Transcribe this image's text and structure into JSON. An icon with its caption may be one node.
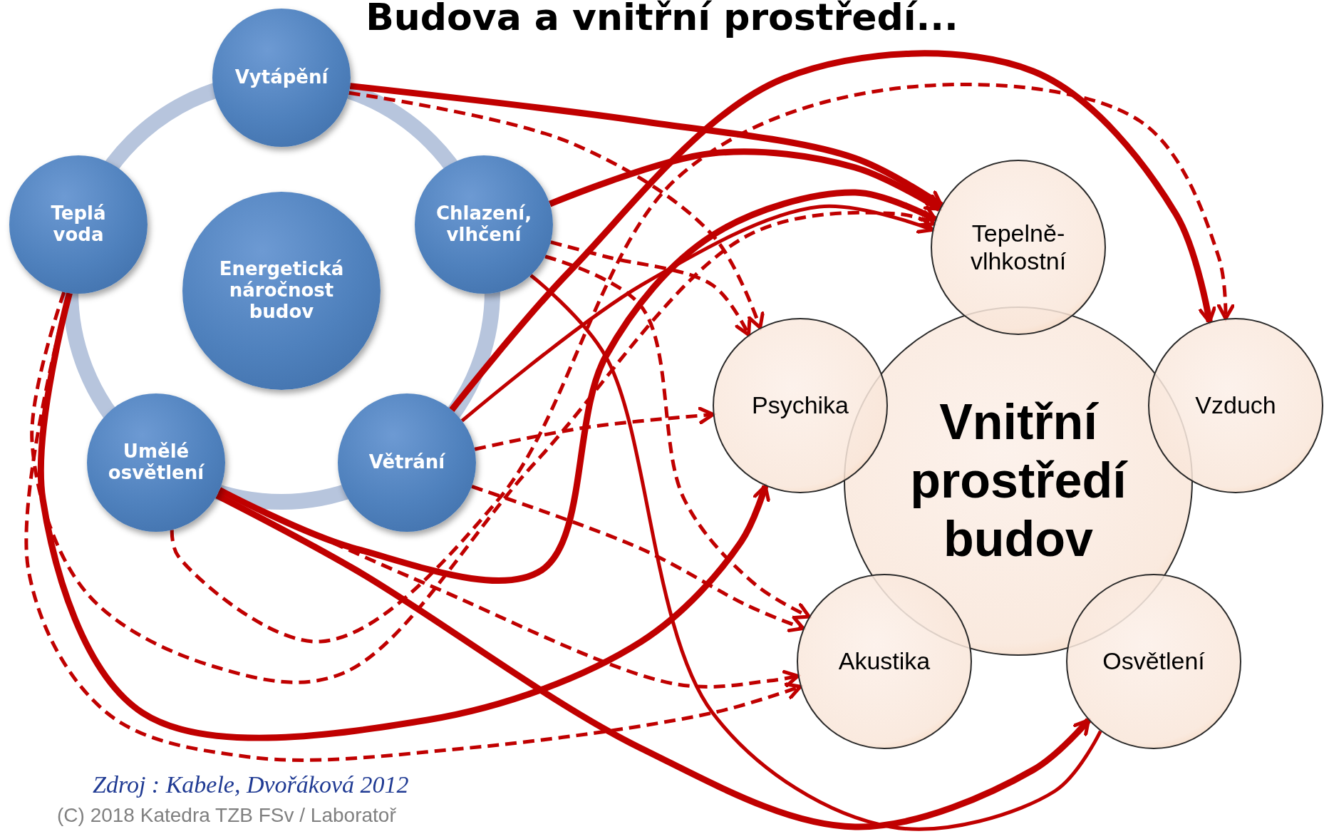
{
  "diagram": {
    "title": "Budova a vnitřní prostředí...",
    "nodes": [
      {
        "text": [
          "Vytápění"
        ]
      },
      {
        "text": [
          "Teplá voda"
        ]
      },
      {
        "text": [
          "Energetická náročnost budov"
        ]
      },
      {
        "text": [
          "Chlazení, vlhčení"
        ]
      },
      {
        "text": [
          "Umělé osvětlení"
        ]
      },
      {
        "text": [
          "Větrání"
        ]
      },
      {
        "text": [
          "Vnitřní prostředí budov"
        ]
      },
      {
        "text": [
          "Tepelně- vlhkostní"
        ]
      },
      {
        "text": [
          "Psychika"
        ]
      },
      {
        "text": [
          "Vzduch"
        ]
      },
      {
        "text": [
          "Akustika"
        ]
      },
      {
        "text": [
          "Osvětlení"
        ]
      }
    ],
    "edges": [
      {
        "from": 0,
        "to": 7,
        "arrow": "to",
        "style": "thick"
      },
      {
        "from": 0,
        "to": 8,
        "arrow": "to",
        "style": "dashed"
      },
      {
        "from": 3,
        "to": 7,
        "arrow": "to",
        "style": "thick"
      },
      {
        "from": 3,
        "to": 8,
        "arrow": "to",
        "style": "dashed"
      },
      {
        "from": 3,
        "to": 10,
        "arrow": "to",
        "style": "dashed"
      },
      {
        "from": 3,
        "to": 11,
        "arrow": "none"
      },
      {
        "from": 5,
        "to": 9,
        "arrow": "to",
        "style": "thick"
      },
      {
        "from": 5,
        "to": 7,
        "arrow": "to"
      },
      {
        "from": 5,
        "to": 8,
        "arrow": "to",
        "style": "dashed"
      },
      {
        "from": 5,
        "to": 10,
        "arrow": "to",
        "style": "dashed"
      },
      {
        "from": 4,
        "to": 7,
        "arrow": "to",
        "style": "thick"
      },
      {
        "from": 4,
        "to": 11,
        "arrow": "to",
        "style": "thick"
      },
      {
        "from": 4,
        "to": 10,
        "arrow": "to",
        "style": "dashed"
      },
      {
        "from": 4,
        "to": 9,
        "arrow": "to",
        "style": "dashed"
      },
      {
        "from": 1,
        "to": 8,
        "arrow": "to",
        "style": "thick"
      },
      {
        "from": 1,
        "to": 7,
        "arrow": "to",
        "style": "dashed"
      },
      {
        "from": 1,
        "to": 10,
        "arrow": "to",
        "style": "dashed"
      }
    ],
    "labels": [
      "Zdroj : Kabele, Dvořáková 2012",
      "(C) 2018 Katedra TZB FSv / Laboratoř"
    ]
  }
}
